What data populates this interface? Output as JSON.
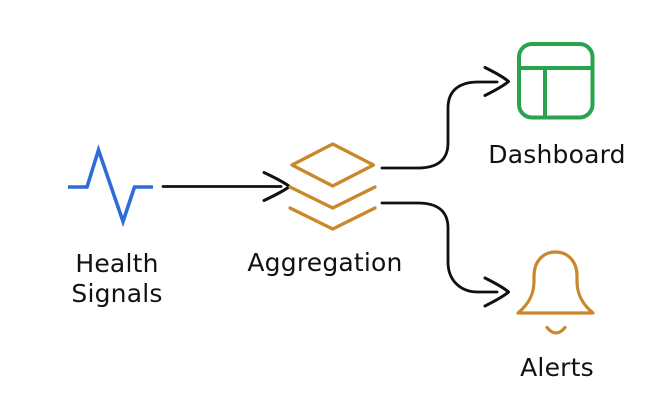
{
  "title": "Health signals flow diagram",
  "colors": {
    "background": "#ffffff",
    "text": "#111111",
    "arrow": "#101010",
    "blue": "#2e6cd6",
    "orange": "#c9882e",
    "green": "#2aa34f"
  },
  "diagram": {
    "nodes": [
      {
        "id": "health-signals",
        "label": "Health Signals",
        "icon": "pulse-icon",
        "color_key": "blue"
      },
      {
        "id": "aggregation",
        "label": "Aggregation",
        "icon": "layers-icon",
        "color_key": "orange"
      },
      {
        "id": "dashboard",
        "label": "Dashboard",
        "icon": "dashboard-panel-icon",
        "color_key": "green"
      },
      {
        "id": "alerts",
        "label": "Alerts",
        "icon": "bell-icon",
        "color_key": "orange"
      }
    ],
    "edges": [
      {
        "from": "Health Signals",
        "to": "Aggregation"
      },
      {
        "from": "Aggregation",
        "to": "Dashboard"
      },
      {
        "from": "Aggregation",
        "to": "Alerts"
      }
    ]
  }
}
